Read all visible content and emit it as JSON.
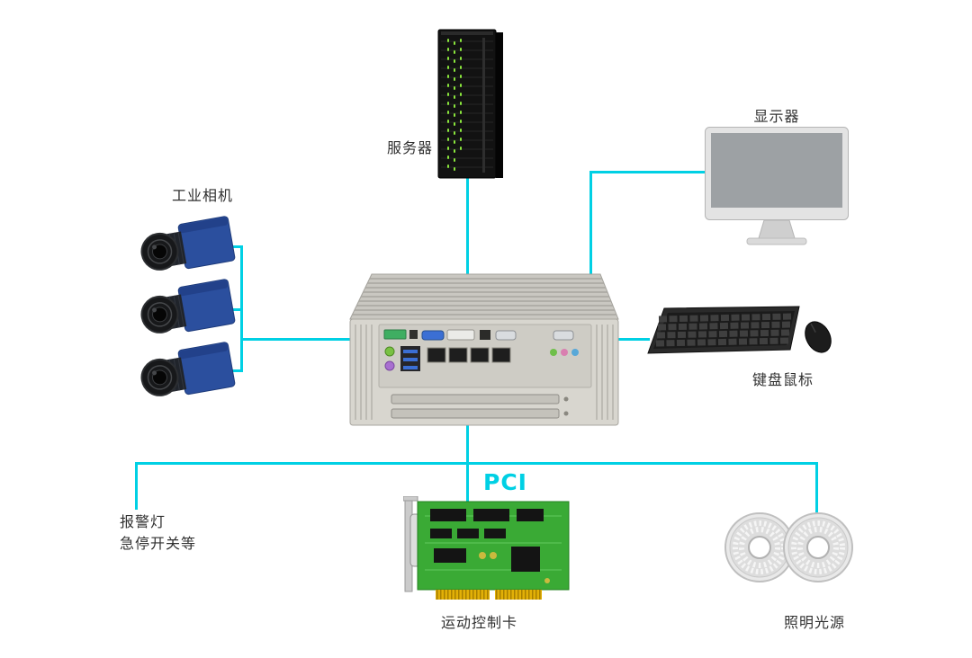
{
  "diagram": {
    "type": "machine-vision-system-architecture"
  },
  "nodes": {
    "server": {
      "label": "服务器"
    },
    "monitor": {
      "label": "显示器"
    },
    "cameras": {
      "label": "工业相机"
    },
    "keyboard_mouse": {
      "label": "键盘鼠标"
    },
    "bus": {
      "pci_label": "PCI"
    },
    "alarm": {
      "line1": "报警灯",
      "line2": "急停开关等"
    },
    "motion_card": {
      "label": "运动控制卡"
    },
    "ring_light": {
      "label": "照明光源"
    }
  },
  "connections": [
    {
      "from": "server",
      "to": "industrial-pc"
    },
    {
      "from": "monitor",
      "to": "industrial-pc"
    },
    {
      "from": "industrial-cameras",
      "to": "industrial-pc"
    },
    {
      "from": "industrial-pc",
      "to": "keyboard-mouse"
    },
    {
      "from": "industrial-pc",
      "to": "alarm-emergency-stop"
    },
    {
      "from": "industrial-pc",
      "to": "motion-control-card",
      "via": "PCI"
    },
    {
      "from": "industrial-pc",
      "to": "ring-light"
    }
  ],
  "colors": {
    "wire": "#00d0e4",
    "pci_text": "#00d0e4",
    "label_text": "#303030",
    "camera_blue": "#2b4f9e",
    "pcb_green": "#3aaa35",
    "gold": "#e2b007",
    "led_green": "#8ae63c",
    "chassis_beige": "#d8d6cf"
  }
}
